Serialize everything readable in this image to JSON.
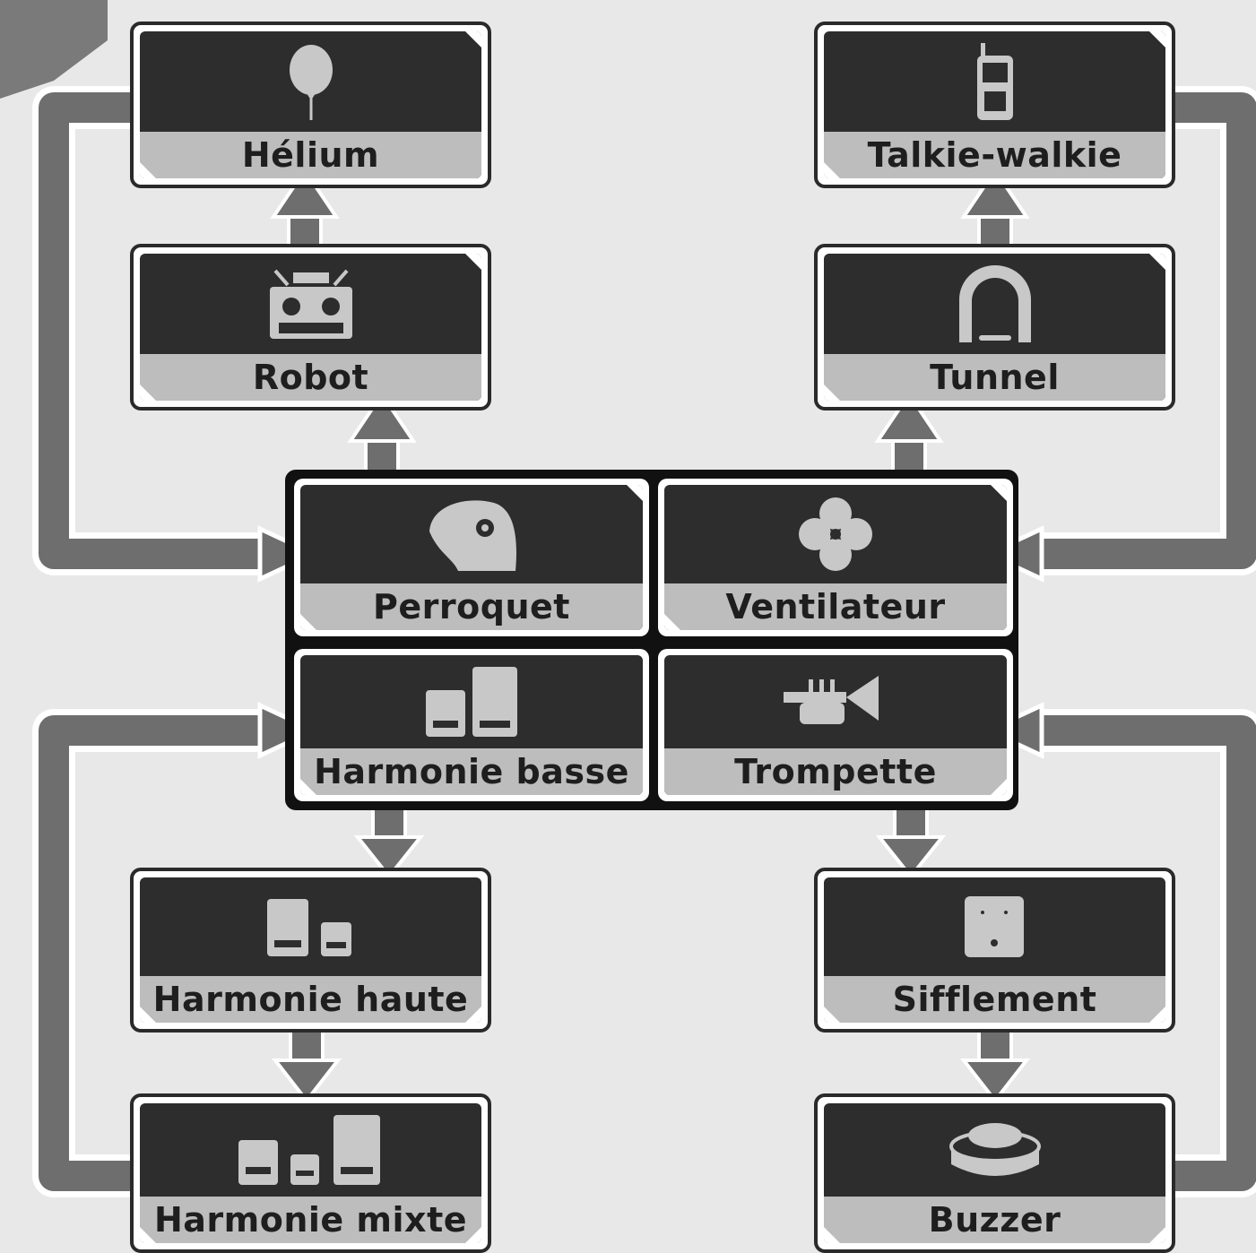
{
  "modes": {
    "helium": {
      "label": "Hélium",
      "icon": "balloon-icon"
    },
    "robot": {
      "label": "Robot",
      "icon": "robot-icon"
    },
    "talkie_walkie": {
      "label": "Talkie-walkie",
      "icon": "walkie-talkie-icon"
    },
    "tunnel": {
      "label": "Tunnel",
      "icon": "tunnel-icon"
    },
    "perroquet": {
      "label": "Perroquet",
      "icon": "parrot-icon"
    },
    "ventilateur": {
      "label": "Ventilateur",
      "icon": "fan-icon"
    },
    "harmonie_basse": {
      "label": "Harmonie basse",
      "icon": "low-harmony-icon"
    },
    "trompette": {
      "label": "Trompette",
      "icon": "trumpet-icon"
    },
    "harmonie_haute": {
      "label": "Harmonie haute",
      "icon": "high-harmony-icon"
    },
    "sifflement": {
      "label": "Sifflement",
      "icon": "whistle-icon"
    },
    "harmonie_mixte": {
      "label": "Harmonie mixte",
      "icon": "mixed-harmony-icon"
    },
    "buzzer": {
      "label": "Buzzer",
      "icon": "buzzer-icon"
    }
  },
  "colors": {
    "background": "#e8e8e8",
    "tile_dark": "#2d2d2d",
    "label_bg": "#bdbdbd",
    "connector": "#6e6e6e",
    "icon": "#d0d0d0"
  }
}
